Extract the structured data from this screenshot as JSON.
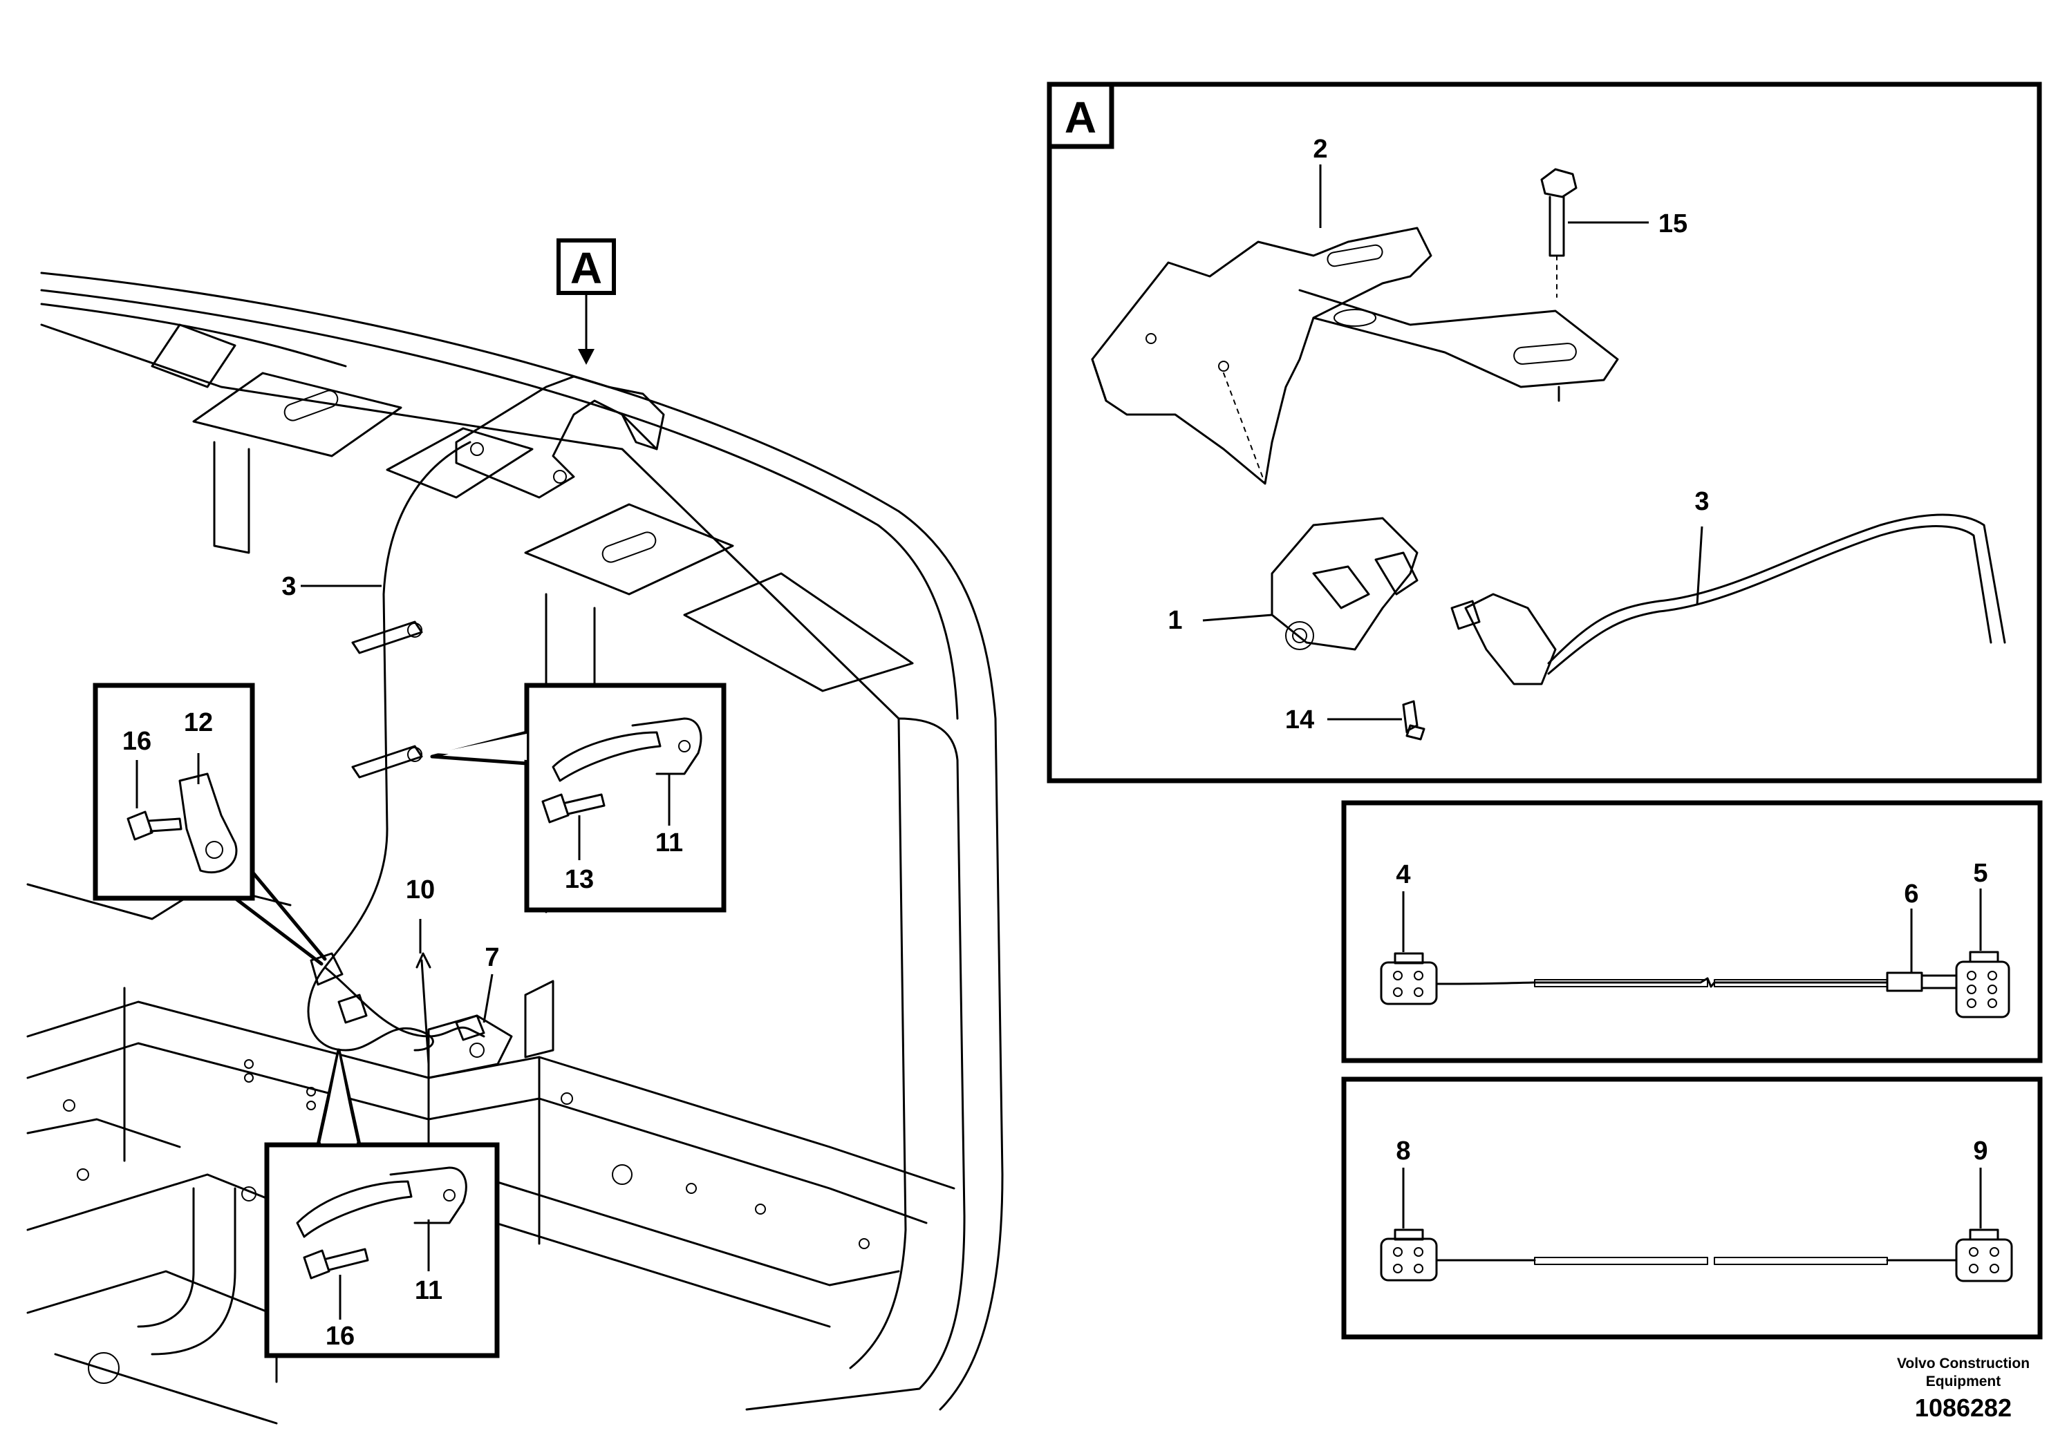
{
  "view_label": "A",
  "callouts": {
    "c1": "1",
    "c2": "2",
    "c3_detail": "3",
    "c3_main": "3",
    "c4": "4",
    "c5": "5",
    "c6": "6",
    "c7": "7",
    "c8": "8",
    "c9": "9",
    "c10": "10",
    "c11_upper": "11",
    "c11_lower": "11",
    "c12": "12",
    "c13": "13",
    "c14": "14",
    "c15": "15",
    "c16_left": "16",
    "c16_lower": "16"
  },
  "footer": {
    "brand_line1": "Volvo Construction",
    "brand_line2": "Equipment",
    "doc_number": "1086282"
  }
}
